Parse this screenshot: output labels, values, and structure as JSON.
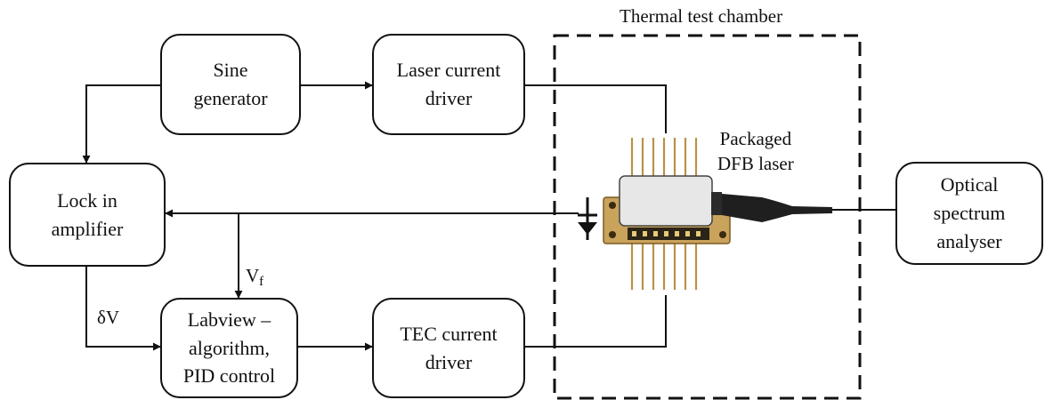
{
  "chamber": {
    "label": "Thermal test chamber"
  },
  "blocks": {
    "sine": {
      "lines": [
        "Sine",
        "generator"
      ]
    },
    "laser_driver": {
      "lines": [
        "Laser current",
        "driver"
      ]
    },
    "lockin": {
      "lines": [
        "Lock in",
        "amplifier"
      ]
    },
    "labview": {
      "lines": [
        "Labview –",
        "algorithm,",
        "PID control"
      ]
    },
    "tec_driver": {
      "lines": [
        "TEC current",
        "driver"
      ]
    },
    "osa": {
      "lines": [
        "Optical",
        "spectrum",
        "analyser"
      ]
    }
  },
  "laser": {
    "lines": [
      "Packaged",
      "DFB laser"
    ]
  },
  "signals": {
    "vf_main": "V",
    "vf_sub": "f",
    "dv": "δV"
  }
}
